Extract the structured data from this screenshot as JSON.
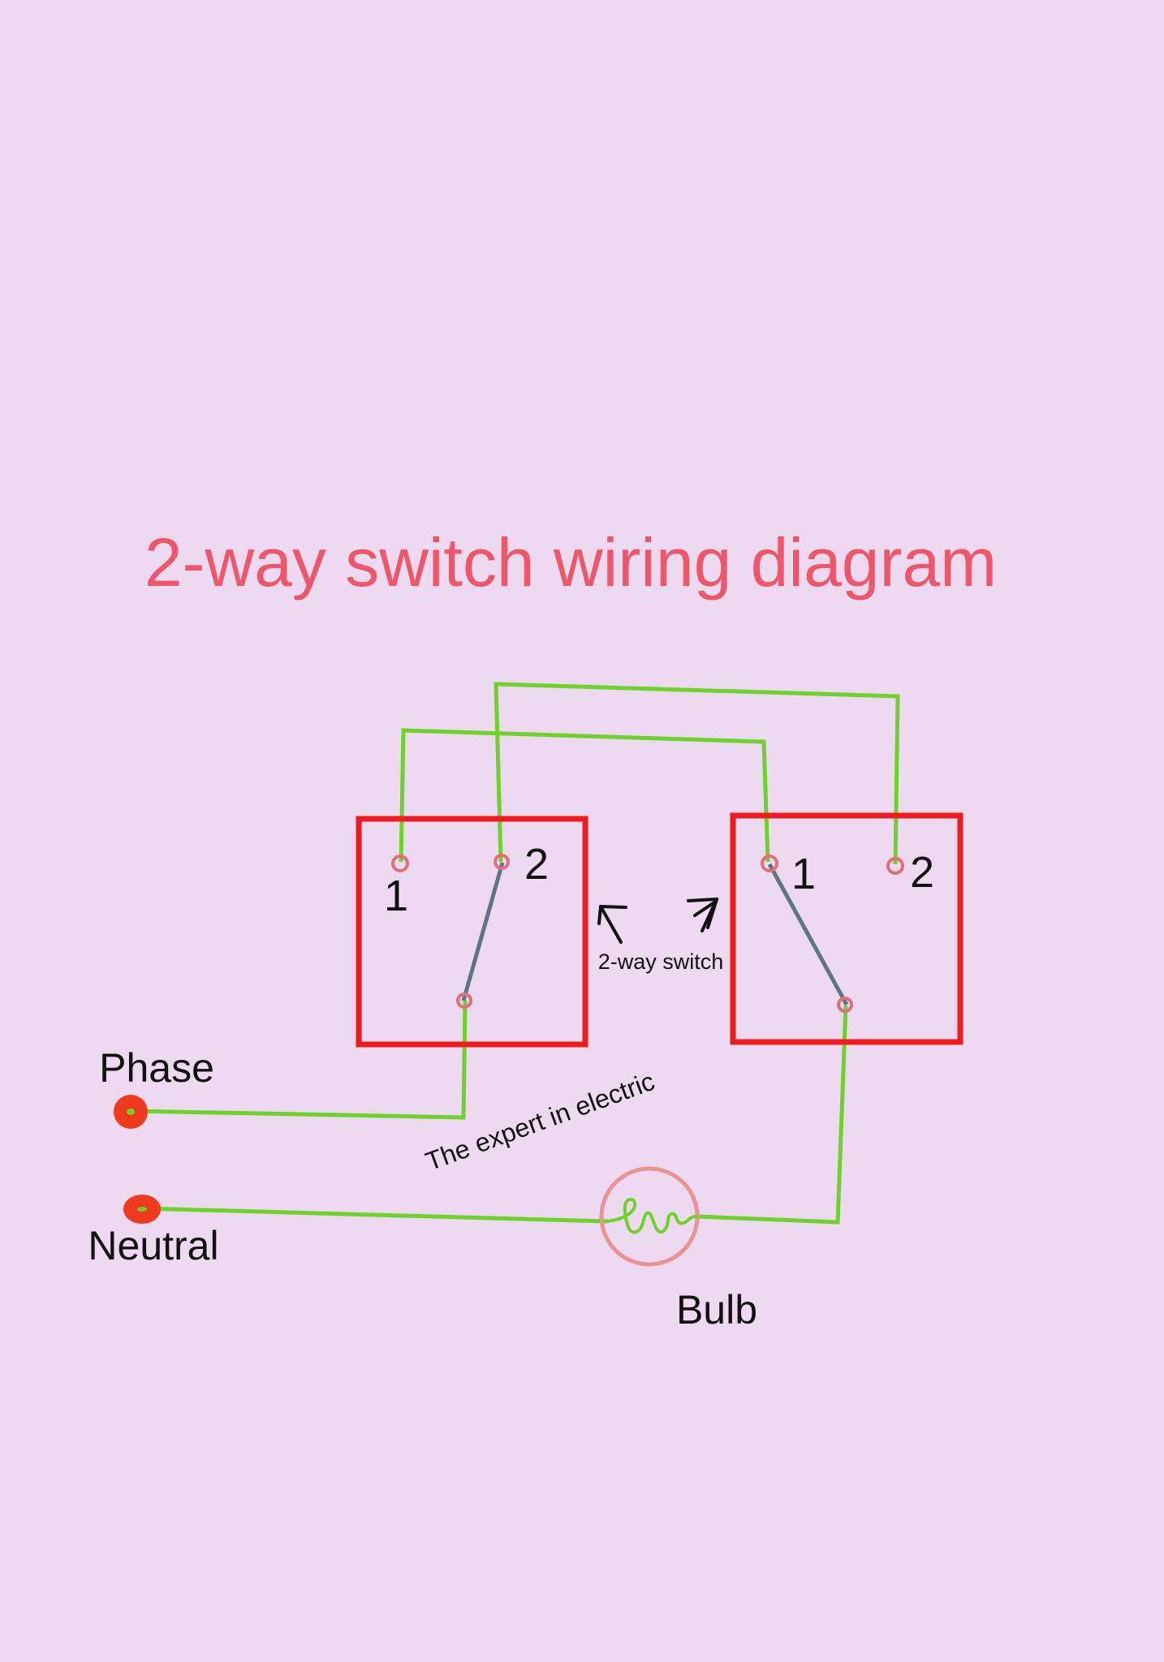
{
  "title": "2-way switch wiring diagram",
  "switch_left": {
    "terminal_1": "1",
    "terminal_2": "2"
  },
  "switch_right": {
    "terminal_1": "1",
    "terminal_2": "2"
  },
  "switch_caption": "2-way switch",
  "phase_label": "Phase",
  "neutral_label": "Neutral",
  "bulb_label": "Bulb",
  "watermark": "The expert in electric",
  "colors": {
    "background": "#EDDAF0",
    "title": "#F0566A",
    "switch_box": "#EE1C1C",
    "wire": "#6DD22A",
    "lever": "#5E7585",
    "terminal": "#E46E78",
    "supply_point": "#F03A1E",
    "text": "#111111"
  },
  "icons": {
    "switch": "two-way-switch-icon",
    "bulb": "bulb-icon",
    "phase_point": "phase-terminal-icon",
    "neutral_point": "neutral-terminal-icon",
    "arrow_left": "arrow-up-left-icon",
    "arrow_right": "arrow-up-right-icon"
  }
}
